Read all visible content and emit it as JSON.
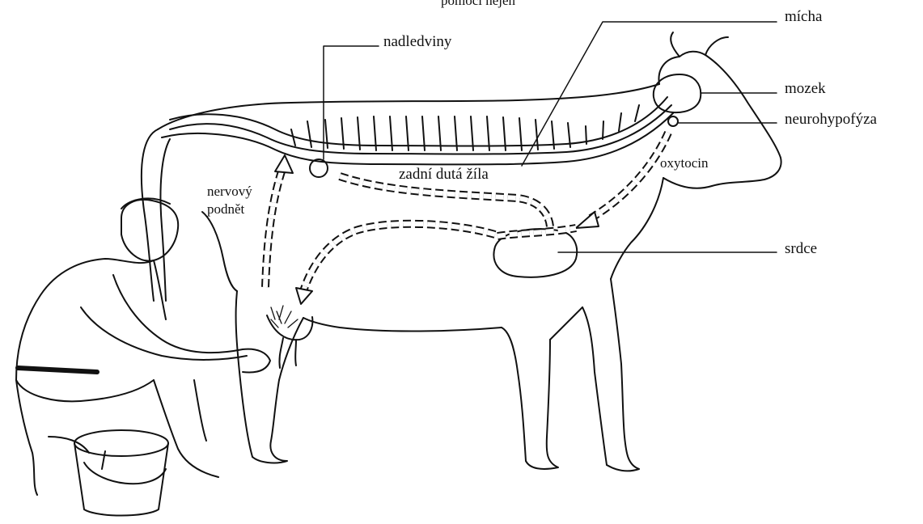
{
  "diagram": {
    "top_text": "pomocí nejen",
    "labels": {
      "micha": "mícha",
      "mozek": "mozek",
      "neurohypofyza": "neurohypofýza",
      "nadledviny": "nadledviny",
      "zadni_duta_zila": "zadní dutá žíla",
      "oxytocin": "oxytocin",
      "srdce": "srdce",
      "nervovy_podnet_line1": "nervový",
      "nervovy_podnet_line2": "podnět"
    },
    "colors": {
      "ink": "#111111",
      "background": "#ffffff"
    }
  }
}
